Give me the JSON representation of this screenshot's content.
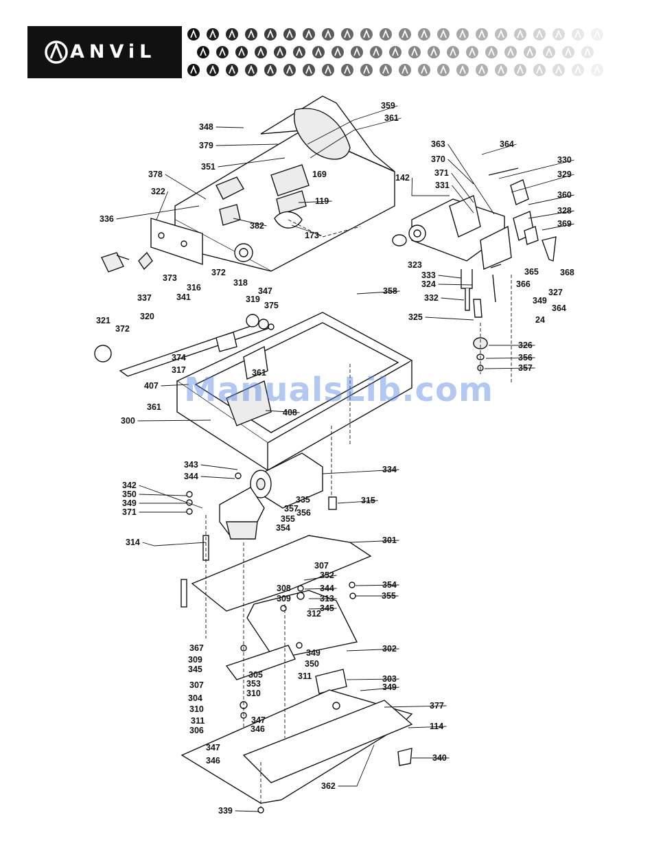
{
  "brand": {
    "name": "ANViL"
  },
  "watermark": "ManualsLib.com",
  "callouts": [
    "359",
    "361",
    "348",
    "379",
    "351",
    "169",
    "378",
    "322",
    "119",
    "336",
    "382",
    "173",
    "337",
    "373",
    "341",
    "316",
    "372",
    "318",
    "319",
    "347",
    "375",
    "321",
    "372",
    "320",
    "374",
    "317",
    "407",
    "361",
    "300",
    "361",
    "408",
    "363",
    "364",
    "330",
    "370",
    "329",
    "371",
    "331",
    "360",
    "142",
    "328",
    "369",
    "323",
    "333",
    "365",
    "368",
    "366",
    "327",
    "324",
    "349",
    "332",
    "364",
    "325",
    "24",
    "358",
    "326",
    "356",
    "357",
    "343",
    "334",
    "344",
    "342",
    "350",
    "349",
    "371",
    "335",
    "357",
    "355",
    "315",
    "356",
    "354",
    "314",
    "301",
    "307",
    "352",
    "354",
    "344",
    "355",
    "308",
    "309",
    "313",
    "345",
    "312",
    "367",
    "309",
    "345",
    "302",
    "349",
    "350",
    "307",
    "305",
    "353",
    "310",
    "304",
    "310",
    "311",
    "303",
    "349",
    "311",
    "347",
    "377",
    "306",
    "346",
    "114",
    "347",
    "346",
    "340",
    "362",
    "339"
  ]
}
